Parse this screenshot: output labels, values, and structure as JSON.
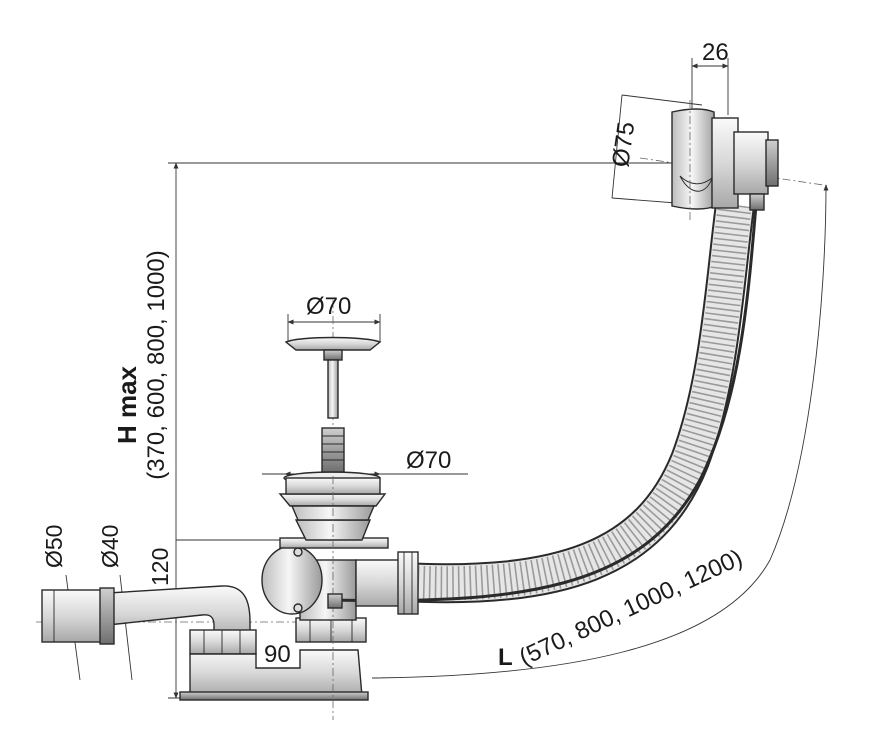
{
  "labels": {
    "h_max_title": "H max",
    "h_max_values": "(370, 600, 800, 1000)",
    "overflow_depth": "26",
    "overflow_diameter": "Ø75",
    "plug_diameter": "Ø70",
    "drain_diameter": "Ø70",
    "outlet_outer": "Ø50",
    "outlet_inner": "Ø40",
    "trap_height": "120",
    "trap_offset": "90",
    "l_title": "L",
    "l_values": "(570, 800, 1000, 1200)"
  },
  "colors": {
    "line": "#2a2a2a",
    "metal_light": "#f2f2f2",
    "metal_mid": "#d4d4d4",
    "metal_dark": "#8a8a8a",
    "hose": "#e6e6e6",
    "background": "#ffffff"
  }
}
